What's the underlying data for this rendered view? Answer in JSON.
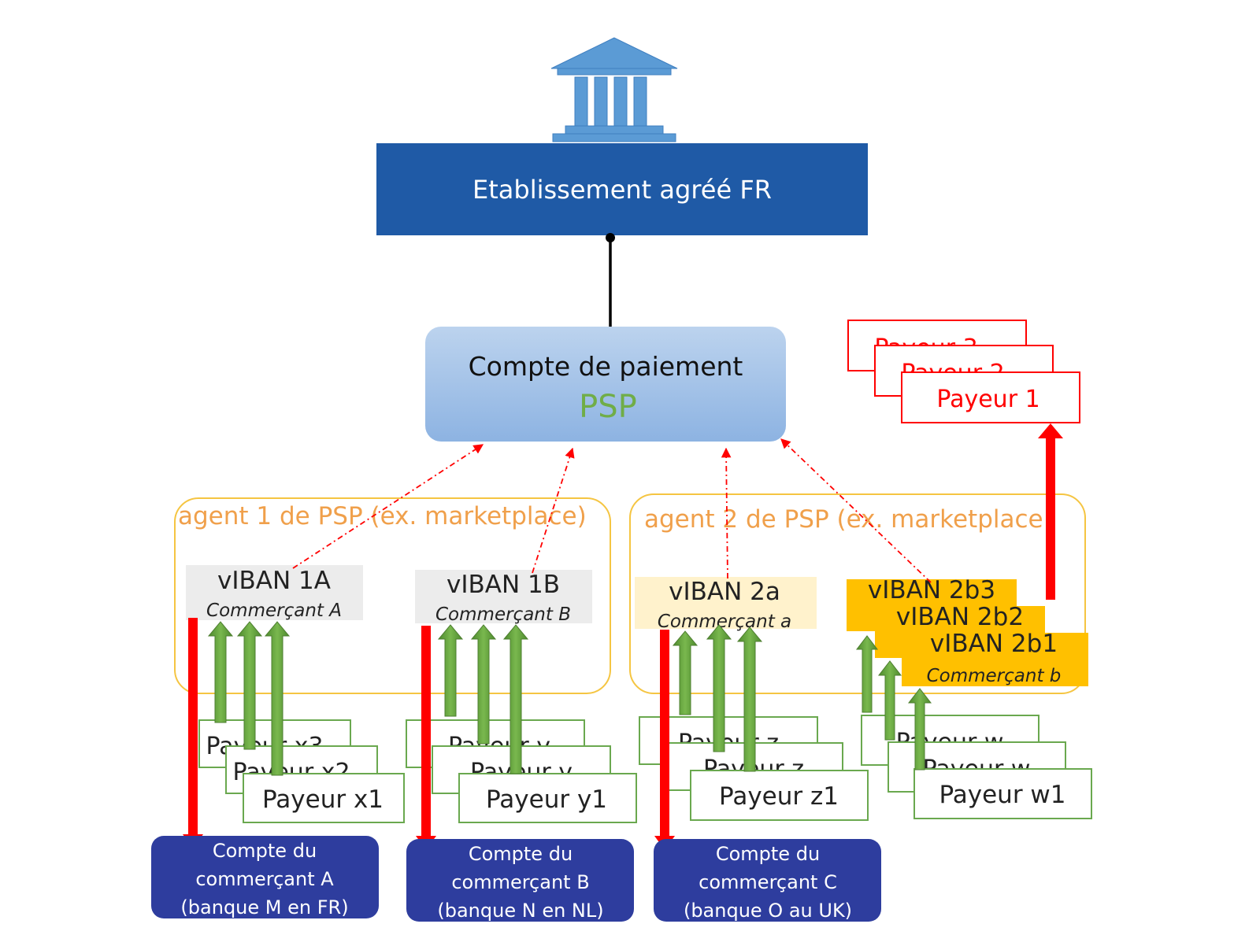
{
  "bank": {
    "icon": "bank-building-icon",
    "title": "Etablissement agréé FR"
  },
  "psp": {
    "line1": "Compte de paiement",
    "line2": "PSP"
  },
  "agent1": {
    "label": "agent 1 de PSP (ex. marketplace)"
  },
  "agent2": {
    "label": "agent 2 de PSP (ex. marketplace"
  },
  "viban": {
    "v1a": {
      "name": "vIBAN 1A",
      "merchant": "Commerçant A"
    },
    "v1b": {
      "name": "vIBAN 1B",
      "merchant": "Commerçant B"
    },
    "v2a": {
      "name": "vIBAN 2a",
      "merchant": "Commerçant a"
    },
    "v2b3": "vIBAN 2b3",
    "v2b2": "vIBAN 2b2",
    "v2b1": "vIBAN 2b1",
    "v2b_merchant": "Commerçant b"
  },
  "payers": {
    "red": [
      "Payeur 3",
      "Payeur 2",
      "Payeur 1"
    ],
    "x": [
      "Payeur x3",
      "Payeur x2",
      "Payeur x1"
    ],
    "y": [
      "Payeur y",
      "Payeur y",
      "Payeur y1"
    ],
    "z": [
      "Payeur z",
      "Payeur z",
      "Payeur z1"
    ],
    "w": [
      "Payeur w",
      "Payeur w",
      "Payeur w1"
    ]
  },
  "merchant_accounts": [
    {
      "l1": "Compte du",
      "l2": "commerçant A",
      "l3": "(banque M en FR)"
    },
    {
      "l1": "Compte du",
      "l2": "commerçant B",
      "l3": "(banque N en NL)"
    },
    {
      "l1": "Compte du",
      "l2": "commerçant C",
      "l3": "(banque O au UK)"
    }
  ],
  "colors": {
    "bank_blue": "#1f5aa6",
    "bank_icon": "#5b9bd5",
    "psp_green": "#70ad47",
    "agent_orange": "#f0a04b",
    "agent_border": "#f5c542",
    "red": "#ff0000",
    "green_arrow": "#6aa84f",
    "merchant_navy": "#2e3d9e",
    "viban_gold": "#ffc000",
    "viban_cream": "#fff2cc",
    "viban_grey": "#ececec"
  }
}
